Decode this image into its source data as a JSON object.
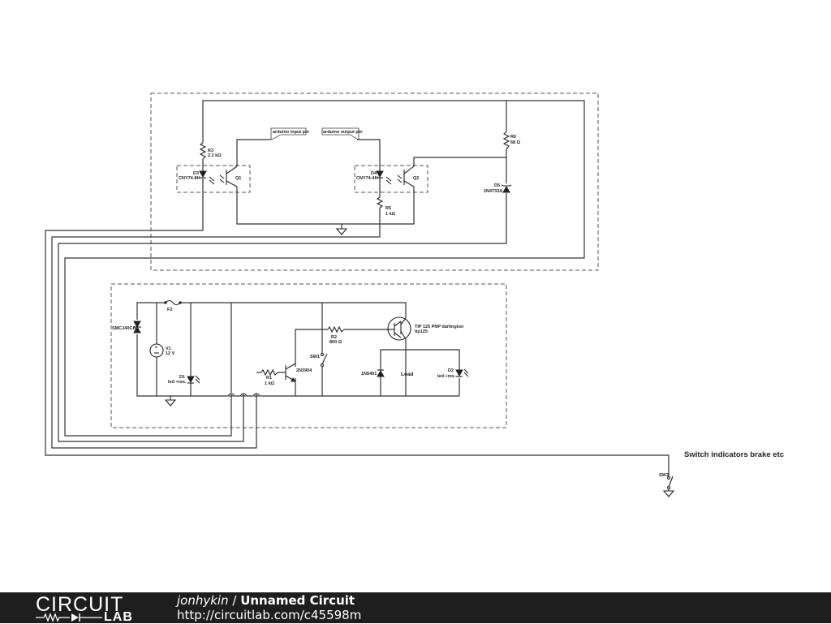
{
  "footer": {
    "logo_top": "CIRCUIT",
    "logo_bottom": "LAB",
    "author": "jonhykin",
    "separator": " / ",
    "title": "Unnamed Circuit",
    "url": "http://circuitlab.com/c45598m"
  },
  "schematic": {
    "tags": {
      "input_pin": "arduino input pin",
      "output_pin": "arduino output pin"
    },
    "components": {
      "r3": {
        "name": "R3",
        "value": "2.2 kΩ"
      },
      "d3": {
        "name": "D3",
        "value": "CNY74-8H"
      },
      "q1": {
        "name": "Q1"
      },
      "d4": {
        "name": "D4",
        "value": "CNY74-4H"
      },
      "q2": {
        "name": "Q2"
      },
      "r5": {
        "name": "R5",
        "value": "1 kΩ"
      },
      "r6": {
        "name": "R6",
        "value": "68 Ω"
      },
      "d5": {
        "name": "D5",
        "value": "1N4733A"
      },
      "tvs": {
        "name": "SMCJ40CA"
      },
      "f2": {
        "name": "F2"
      },
      "v1": {
        "name": "V1",
        "value": "12 V"
      },
      "d1": {
        "name": "D1",
        "value": "led +res."
      },
      "r1": {
        "name": "R1",
        "value": "1 kΩ"
      },
      "q3": {
        "value": "2N3904"
      },
      "sw1": {
        "name": "SW1"
      },
      "r2": {
        "name": "R2",
        "value": "800 Ω"
      },
      "tip": {
        "name": "TIP 125 PNP darlington",
        "value": "tip125"
      },
      "d6": {
        "value": "1N5401"
      },
      "load": {
        "name": "Load"
      },
      "d2": {
        "name": "D2",
        "value": "led +res."
      },
      "sw3": {
        "name": "SW3"
      }
    },
    "note": "Switch indicators brake etc"
  }
}
